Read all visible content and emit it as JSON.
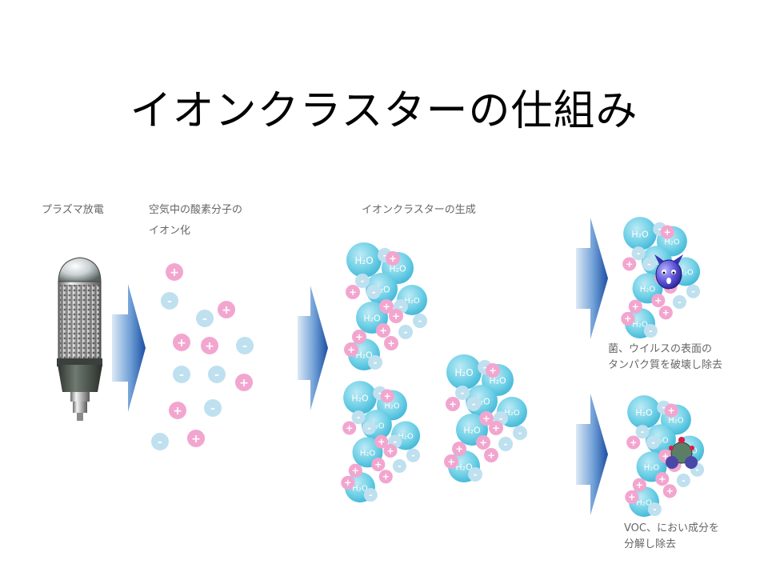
{
  "title": "イオンクラスターの仕組み",
  "steps": {
    "plasma": "プラズマ放電",
    "ionize_1": "空気中の酸素分子の",
    "ionize_2": "イオン化",
    "cluster": "イオンクラスターの生成",
    "bacteria_1": "菌、ウイルスの表面の",
    "bacteria_2": "タンパク質を破壊し除去",
    "voc_1": "VOC、におい成分を",
    "voc_2": "分解し除去"
  },
  "symbols": {
    "plus": "+",
    "minus": "-",
    "water": "H₂O"
  },
  "colors": {
    "plus_fill": "#f2a6cf",
    "minus_fill": "#bfe0ef",
    "water_fill": "#57c5dd",
    "arrow_dark": "#1b4fa3",
    "arrow_light": "#dce9f6"
  }
}
